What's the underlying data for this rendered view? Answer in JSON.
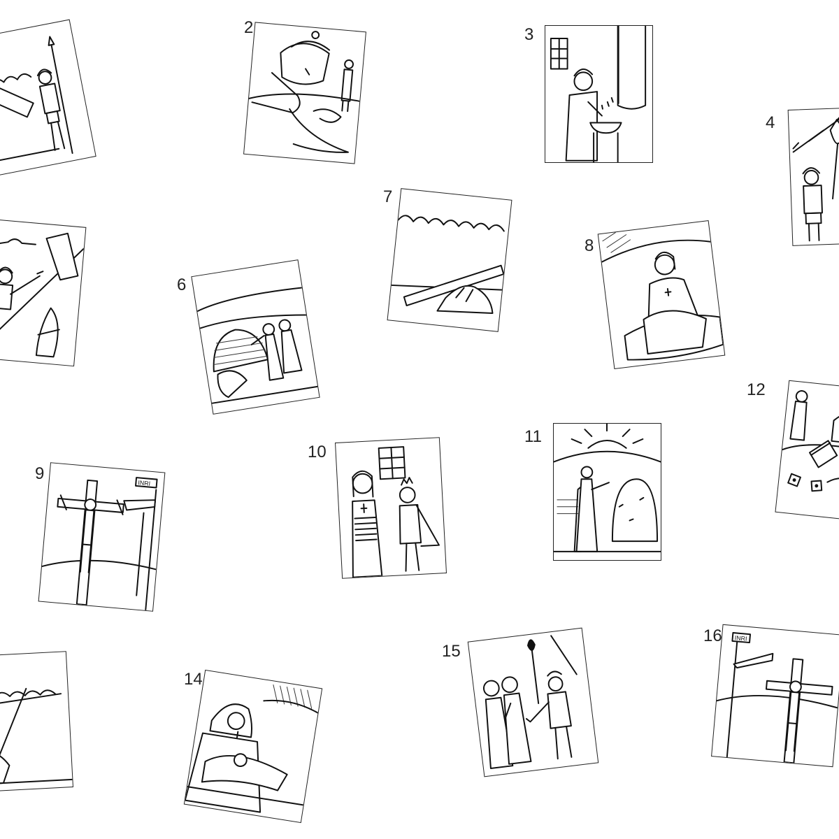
{
  "stations": [
    {
      "label": "",
      "scene": "soldier-with-spear-and-cross"
    },
    {
      "label": "2",
      "scene": "soldier-reaching-down"
    },
    {
      "label": "3",
      "scene": "man-washing-hands"
    },
    {
      "label": "4",
      "scene": "soldiers-with-torches"
    },
    {
      "label": "",
      "scene": "carrying-cross-with-soldier"
    },
    {
      "label": "6",
      "scene": "women-at-tomb"
    },
    {
      "label": "7",
      "scene": "fallen-cross-on-ground"
    },
    {
      "label": "8",
      "scene": "man-seated-on-rock"
    },
    {
      "label": "9",
      "scene": "crucifixion-two-crosses"
    },
    {
      "label": "10",
      "scene": "bound-man-and-soldier"
    },
    {
      "label": "11",
      "scene": "angel-at-open-tomb"
    },
    {
      "label": "12",
      "scene": "soldiers-casting-dice"
    },
    {
      "label": "",
      "scene": "falling-under-cross"
    },
    {
      "label": "14",
      "scene": "mother-holding-body"
    },
    {
      "label": "15",
      "scene": "arrest-with-torch-and-sword"
    },
    {
      "label": "16",
      "scene": "crucifixion-two-crosses-mirrored"
    }
  ]
}
